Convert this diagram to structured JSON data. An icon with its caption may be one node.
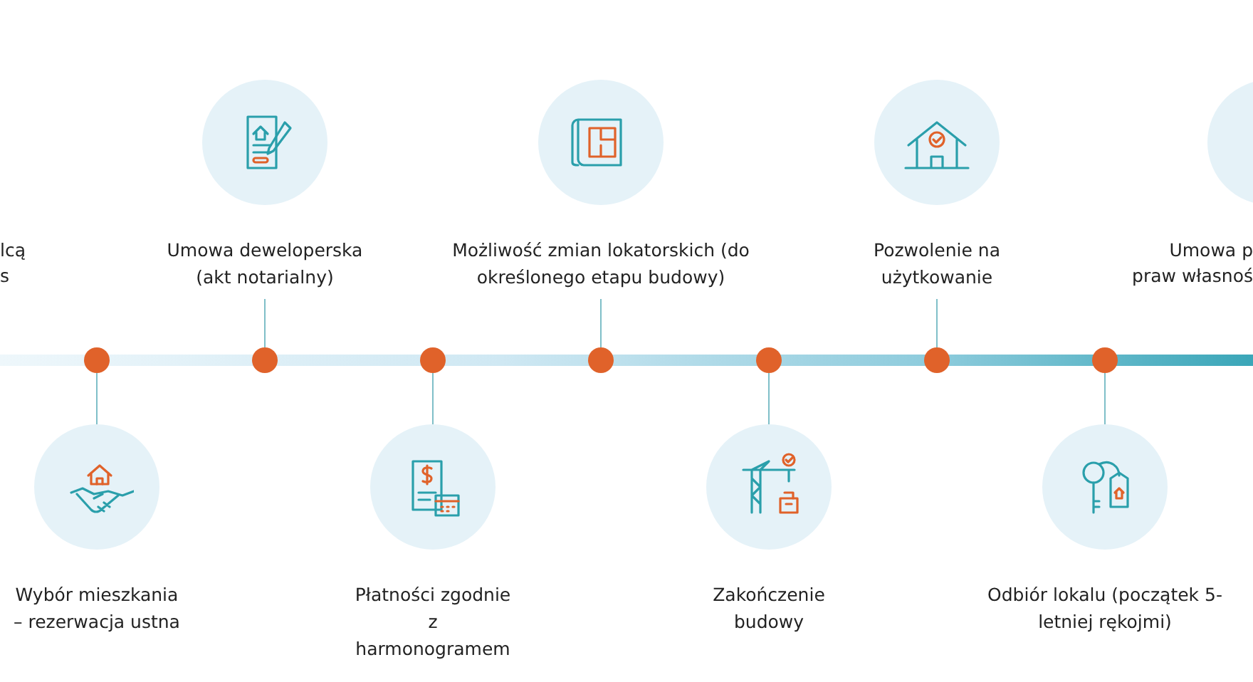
{
  "diagram": {
    "nodes": [
      {
        "text": [
          "Wybór mieszkania – rezerwacja ustna"
        ]
      },
      {
        "text": [
          "Umowa deweloperska (akt notarialny)"
        ]
      },
      {
        "text": [
          "Płatności zgodnie z harmonogramem"
        ]
      },
      {
        "text": [
          "Możliwość zmian lokatorskich (do określonego etapu budowy)"
        ]
      },
      {
        "text": [
          "Zakończenie budowy"
        ]
      },
      {
        "text": [
          "Pozwolenie na użytkowanie"
        ]
      },
      {
        "text": [
          "Odbiór lokalu (początek 5-letniej rękojmi)"
        ]
      },
      {
        "text": [],
        "shape": "circle"
      },
      {
        "text": [],
        "shape": "circle"
      },
      {
        "text": [],
        "shape": "circle"
      },
      {
        "text": [],
        "shape": "circle"
      },
      {
        "text": [],
        "shape": "circle"
      },
      {
        "text": [],
        "shape": "circle"
      },
      {
        "text": [],
        "shape": "circle"
      },
      {
        "text": [],
        "shape": "circle"
      }
    ],
    "edges": [
      {
        "from": 7,
        "to": 0,
        "arrow": "none"
      },
      {
        "from": 8,
        "to": 1,
        "arrow": "none"
      },
      {
        "from": 9,
        "to": 2,
        "arrow": "none"
      },
      {
        "from": 10,
        "to": 3,
        "arrow": "none"
      },
      {
        "from": 11,
        "to": 4,
        "arrow": "none"
      },
      {
        "from": 12,
        "to": 5,
        "arrow": "none"
      },
      {
        "from": 13,
        "to": 6,
        "arrow": "none"
      }
    ],
    "labels": [
      "lcą",
      "s",
      "Umowa p",
      "praw własnoś"
    ]
  }
}
